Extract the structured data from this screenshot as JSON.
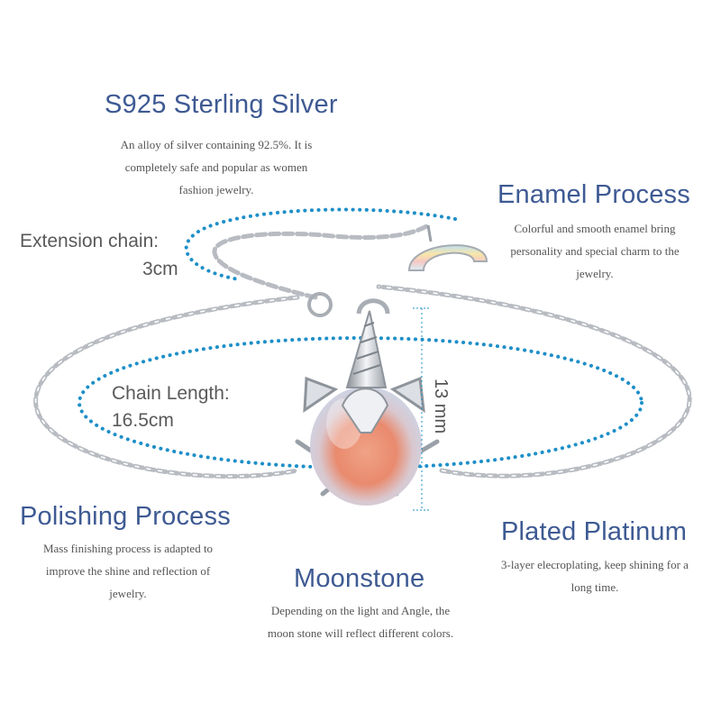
{
  "features": {
    "sterling_silver": {
      "title": "S925 Sterling Silver",
      "lines": [
        "An alloy of silver containing 92.5%. It is",
        "completely safe and popular as women",
        "fashion jewelry."
      ]
    },
    "enamel": {
      "title": "Enamel Process",
      "lines": [
        "Colorful and smooth enamel bring",
        "personality and special charm to the",
        "jewelry."
      ]
    },
    "polishing": {
      "title": "Polishing Process",
      "lines": [
        "Mass finishing process is adapted to",
        "improve the shine and reflection of",
        "jewelry."
      ]
    },
    "moonstone": {
      "title": "Moonstone",
      "lines": [
        "Depending on the light and Angle, the",
        "moon stone will reflect different colors."
      ]
    },
    "platinum": {
      "title": "Plated Platinum",
      "lines": [
        "3-layer elecroplating, keep shining for a",
        "long time."
      ]
    }
  },
  "labels": {
    "extension_line1": "Extension chain:",
    "extension_line2": "3cm",
    "chain_line1": "Chain Length:",
    "chain_line2": "16.5cm",
    "pendant_height": "13 mm"
  },
  "colors": {
    "heading": "#3e5a93",
    "dotted_guide": "#1e8fc8",
    "silver": "#b8bcc2",
    "moonstone_core": "#e9876a"
  }
}
